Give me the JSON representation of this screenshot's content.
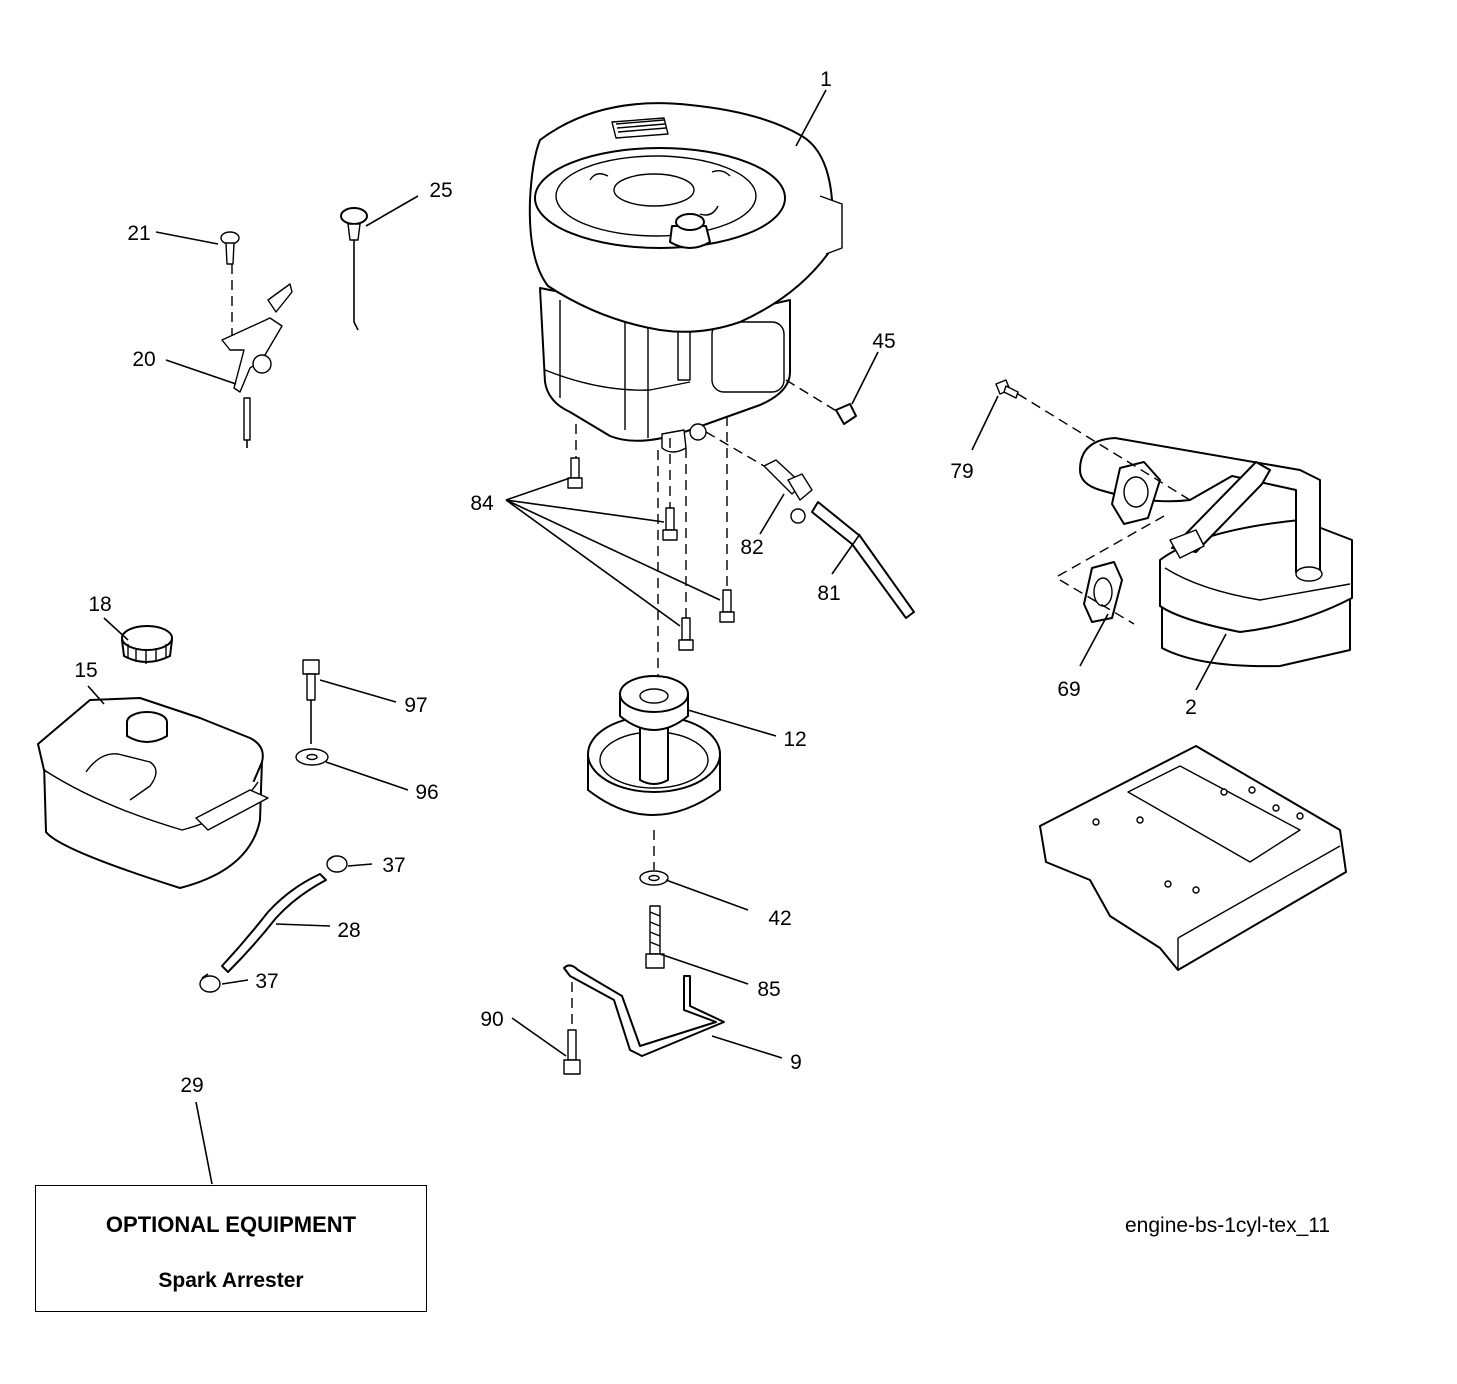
{
  "diagram": {
    "identifier": "engine-bs-1cyl-tex_11",
    "optional_box": {
      "title": "OPTIONAL EQUIPMENT",
      "item": "Spark Arrester"
    },
    "callouts": [
      {
        "ref": "1"
      },
      {
        "ref": "25"
      },
      {
        "ref": "21"
      },
      {
        "ref": "20"
      },
      {
        "ref": "45"
      },
      {
        "ref": "79"
      },
      {
        "ref": "84"
      },
      {
        "ref": "82"
      },
      {
        "ref": "81"
      },
      {
        "ref": "69"
      },
      {
        "ref": "2"
      },
      {
        "ref": "18"
      },
      {
        "ref": "15"
      },
      {
        "ref": "97"
      },
      {
        "ref": "96"
      },
      {
        "ref": "12"
      },
      {
        "ref": "37"
      },
      {
        "ref": "28"
      },
      {
        "ref": "37"
      },
      {
        "ref": "42"
      },
      {
        "ref": "85"
      },
      {
        "ref": "90"
      },
      {
        "ref": "9"
      },
      {
        "ref": "29"
      }
    ]
  }
}
